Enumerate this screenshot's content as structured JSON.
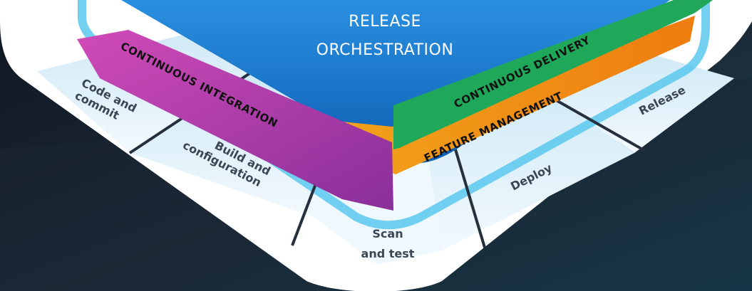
{
  "center": {
    "line1": "RELEASE",
    "line2": "ORCHESTRATION",
    "color": "#1271c8"
  },
  "bands": {
    "ci": {
      "label": "CONTINUOUS INTEGRATION",
      "color": "#a83aa8"
    },
    "cd": {
      "label": "CONTINUOUS DELIVERY",
      "color": "#22a559"
    },
    "fm": {
      "label": "FEATURE MANAGEMENT",
      "color": "#ef8a12"
    }
  },
  "stages": {
    "code": {
      "line1": "Code and",
      "line2": "commit"
    },
    "build": {
      "line1": "Build and",
      "line2": "configuration"
    },
    "scan": {
      "line1": "Scan",
      "line2": "and test"
    },
    "deploy": {
      "line1": "Deploy"
    },
    "release": {
      "line1": "Release"
    }
  },
  "colors": {
    "background": "#1c2430",
    "platform": "#ffffff",
    "platform_tint": "#d7eef9",
    "accent_glow": "#5bc8ee",
    "dividers": "#26303d"
  }
}
